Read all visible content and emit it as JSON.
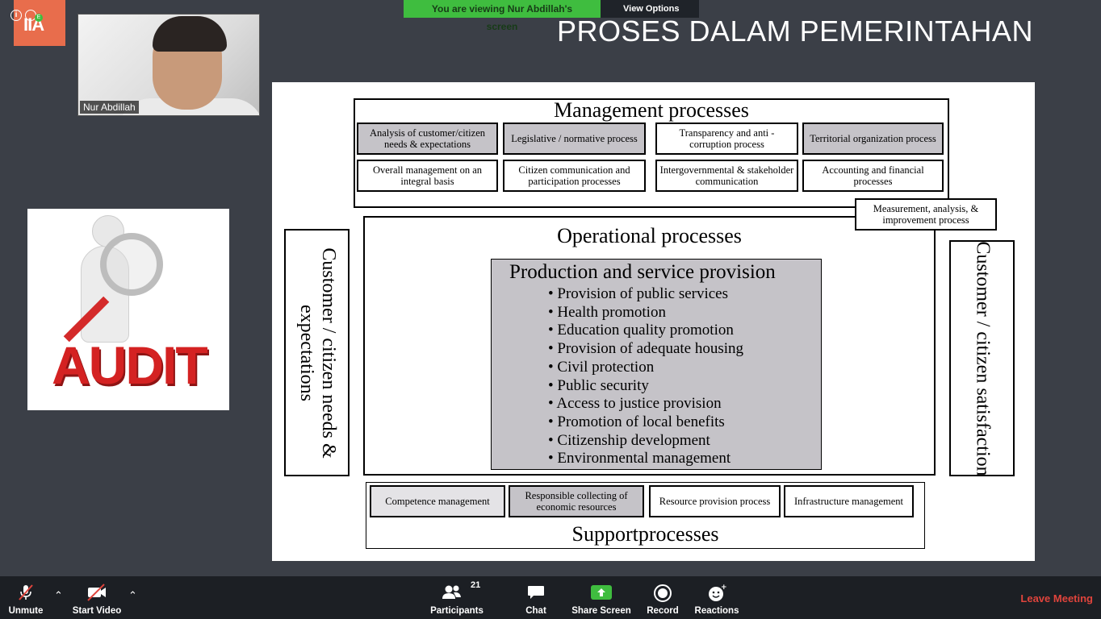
{
  "banner": {
    "viewing_text": "You are viewing Nur Abdillah's screen",
    "view_options": "View Options"
  },
  "logo": {
    "text": "IIA"
  },
  "participant": {
    "name": "Nur Abdillah"
  },
  "audit_image": {
    "word": "AUDIT"
  },
  "slide": {
    "title": "PROSES DALAM PEMERINTAHAN",
    "management": {
      "title": "Management  processes",
      "cells": [
        "Analysis of customer/citizen needs & expectations",
        "Legislative / normative process",
        "Transparency and anti - corruption process",
        "Territorial organization process",
        "Overall management on an integral basis",
        "Citizen communication and participation processes",
        "Intergovernmental & stakeholder communication",
        "Accounting and financial processes"
      ],
      "measurement": "Measurement, analysis, & improvement process"
    },
    "operational": {
      "title": "Operational processes",
      "production_title": "Production and service provision",
      "items": [
        "Provision of public services",
        "Health promotion",
        "Education quality promotion",
        "Provision of adequate housing",
        "Civil protection",
        "Public security",
        "Access to justice provision",
        "Promotion of local benefits",
        "Citizenship development",
        "Environmental management"
      ]
    },
    "left_side": "Customer / citizen needs & expectations",
    "right_side": "Customer / citizen satisfaction",
    "support": {
      "title": "Supportprocesses",
      "cells": [
        "Competence management",
        "Responsible collecting of economic resources",
        "Resource provision process",
        "Infrastructure management"
      ]
    }
  },
  "toolbar": {
    "unmute": "Unmute",
    "start_video": "Start Video",
    "participants": "Participants",
    "participants_count": "21",
    "chat": "Chat",
    "share_screen": "Share Screen",
    "record": "Record",
    "reactions": "Reactions",
    "leave": "Leave Meeting"
  },
  "colors": {
    "share_green": "#3fbd3f",
    "leave_red": "#e0443c",
    "background": "#3b3f47",
    "grey_cell": "#c5c3c8"
  }
}
